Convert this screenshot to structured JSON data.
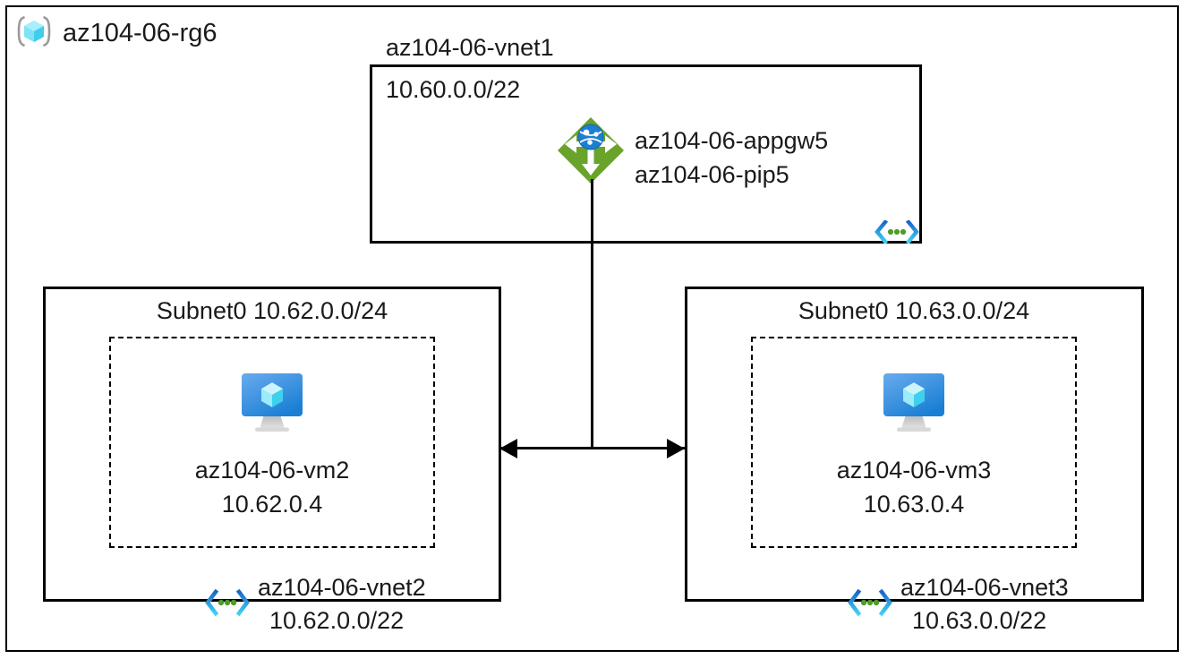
{
  "resource_group": {
    "name": "az104-06-rg6",
    "icon": "resource-group-cube-icon"
  },
  "hub_vnet": {
    "name": "az104-06-vnet1",
    "address_space": "10.60.0.0/22",
    "vnet_icon": "virtual-network-icon",
    "gateway": {
      "icon": "application-gateway-icon",
      "name": "az104-06-appgw5",
      "public_ip": "az104-06-pip5"
    }
  },
  "spoke_vnets": [
    {
      "subnet_label": "Subnet0 10.62.0.0/24",
      "vm": {
        "icon": "virtual-machine-icon",
        "name": "az104-06-vm2",
        "ip": "10.62.0.4"
      },
      "vnet_icon": "virtual-network-icon",
      "vnet_name": "az104-06-vnet2",
      "address_space": "10.62.0.0/22"
    },
    {
      "subnet_label": "Subnet0 10.63.0.0/24",
      "vm": {
        "icon": "virtual-machine-icon",
        "name": "az104-06-vm3",
        "ip": "10.63.0.4"
      },
      "vnet_icon": "virtual-network-icon",
      "vnet_name": "az104-06-vnet3",
      "address_space": "10.63.0.0/22"
    }
  ],
  "connectors": {
    "peering_arrow": "bidirectional-peering-arrow",
    "gateway_link": "gateway-to-peering-link"
  },
  "colors": {
    "gateway_green": "#6aa32b",
    "gateway_globe_blue": "#1d7fd1",
    "vm_blue_light": "#5ea3ec",
    "vm_blue_dark": "#1a7fd4",
    "cube_cyan": "#6fe0f5",
    "vnet_chevron_cyan": "#32c8f0",
    "vnet_chevron_blue": "#1a68c8",
    "vnet_dot_green": "#4f9c28",
    "bracket_gray": "#9a9a9a",
    "line_black": "#000000",
    "background": "#ffffff"
  }
}
